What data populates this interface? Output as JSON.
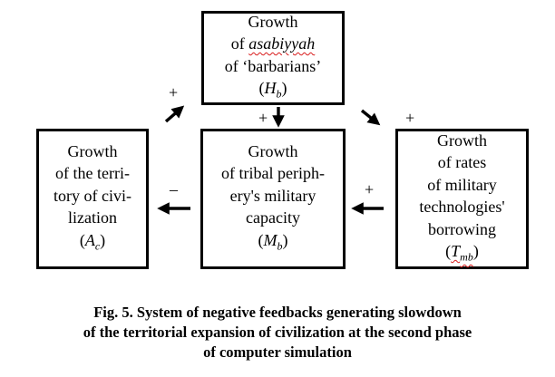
{
  "boxes": {
    "top": {
      "lines": [
        "Growth",
        "of ",
        "asabiyyah",
        "of ‘barbarians’",
        "(",
        "H",
        "b",
        ")"
      ]
    },
    "left": {
      "lines": [
        "Growth",
        "of the terri-",
        "tory of civi-",
        "lization",
        "(",
        "A",
        "c",
        ")"
      ]
    },
    "middle": {
      "lines": [
        "Growth",
        "of tribal periph-",
        "ery's military",
        "capacity",
        "(",
        "M",
        "b",
        ")"
      ]
    },
    "right": {
      "lines": [
        "Growth",
        "of rates",
        "of military",
        "technologies'",
        "borrowing",
        "(",
        "T",
        "mb",
        ")"
      ]
    }
  },
  "signs": {
    "top_left": "+",
    "top_down": "+",
    "top_right": "+",
    "middle_to_left": "–",
    "right_to_middle": "+"
  },
  "caption": [
    "Fig. 5. System of negative feedbacks generating slowdown",
    "of the territorial expansion of civilization at the second phase",
    "of computer simulation"
  ]
}
